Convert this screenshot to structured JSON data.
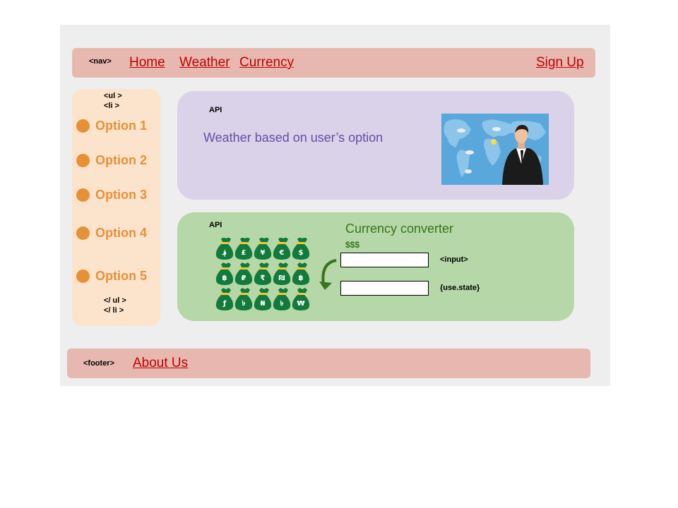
{
  "nav": {
    "tag": "<nav>",
    "links": [
      "Home",
      "Weather",
      "Currency"
    ],
    "signup": "Sign Up"
  },
  "sidebar": {
    "ul_open": "<ul >",
    "li_open": "<li >",
    "options": [
      "Option 1",
      "Option 2",
      "Option 3",
      "Option 4",
      "Option 5"
    ],
    "ul_close": "</ ul >",
    "li_close": "</ li >"
  },
  "weather": {
    "api": "API",
    "title": "Weather based on user’s option"
  },
  "currency": {
    "api": "API",
    "title": "Currency converter",
    "symbol": "$$$",
    "input_note": "<input>",
    "state_note": "{use.state}",
    "bag_symbols": [
      "؋",
      "£",
      "¥",
      "€",
      "$",
      "฿",
      "₽",
      "₹",
      "₪",
      "฿",
      "ƒ",
      "৳",
      "₦",
      "৳",
      "₩"
    ]
  },
  "footer": {
    "tag": "<footer>",
    "link": "About Us"
  },
  "colors": {
    "nav_bg": "#e6b8b0",
    "link": "#c00000",
    "sidebar_bg": "#fce4cc",
    "option": "#e69138",
    "weather_bg": "#d9d2e9",
    "weather_text": "#674ea7",
    "currency_bg": "#b6d7a8",
    "currency_text": "#38761d"
  }
}
